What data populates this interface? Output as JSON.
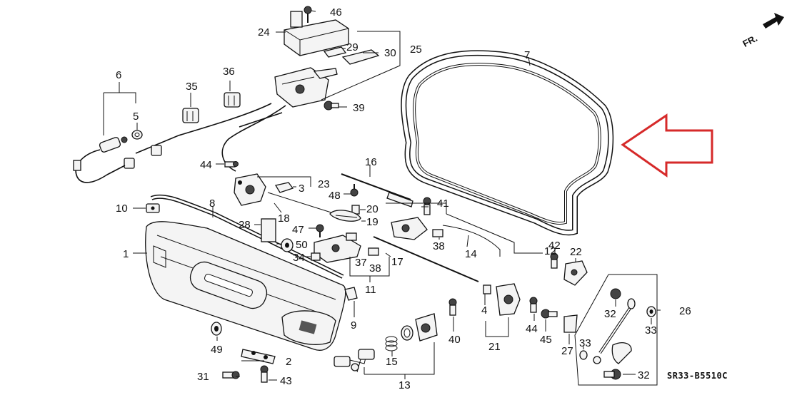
{
  "diagram_code": "SR33-B5510C",
  "orientation_label": "FR.",
  "callouts": [
    "1",
    "2",
    "3",
    "4",
    "5",
    "6",
    "7",
    "8",
    "9",
    "10",
    "11",
    "12",
    "13",
    "14",
    "15",
    "16",
    "17",
    "18",
    "19",
    "20",
    "21",
    "22",
    "23",
    "24",
    "25",
    "26",
    "27",
    "28",
    "29",
    "30",
    "31",
    "32",
    "33",
    "34",
    "35",
    "36",
    "37",
    "38",
    "39",
    "40",
    "41",
    "42",
    "43",
    "44",
    "45",
    "46",
    "47",
    "48",
    "49",
    "50"
  ],
  "colors": {
    "ink": "#111111",
    "highlight_arrow": "#d62a2a",
    "paper": "#ffffff"
  }
}
